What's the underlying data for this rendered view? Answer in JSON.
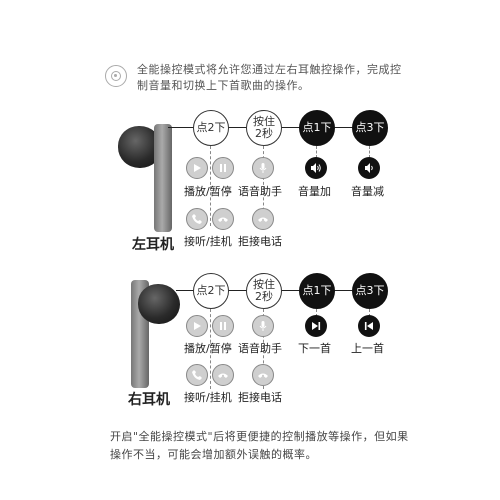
{
  "intro": {
    "text": "全能操控模式将允许您通过左右耳触控操作，完成控制音量和切换上下首歌曲的操作。"
  },
  "left_section": {
    "ear_label": "左耳机",
    "actions": [
      "点2下",
      "按住\n2秒",
      "点1下",
      "点3下"
    ],
    "labels": [
      "播放/暂停",
      "语音助手",
      "音量加",
      "音量减",
      "接听/挂机",
      "拒接电话"
    ]
  },
  "right_section": {
    "ear_label": "右耳机",
    "actions": [
      "点2下",
      "按住\n2秒",
      "点1下",
      "点3下"
    ],
    "labels": [
      "播放/暂停",
      "语音助手",
      "下一首",
      "上一首",
      "接听/挂机",
      "拒接电话"
    ]
  },
  "outro": {
    "text": "开启\"全能操控模式\"后将更便捷的控制播放等操作，但如果操作不当，可能会增加额外误触的概率。"
  }
}
